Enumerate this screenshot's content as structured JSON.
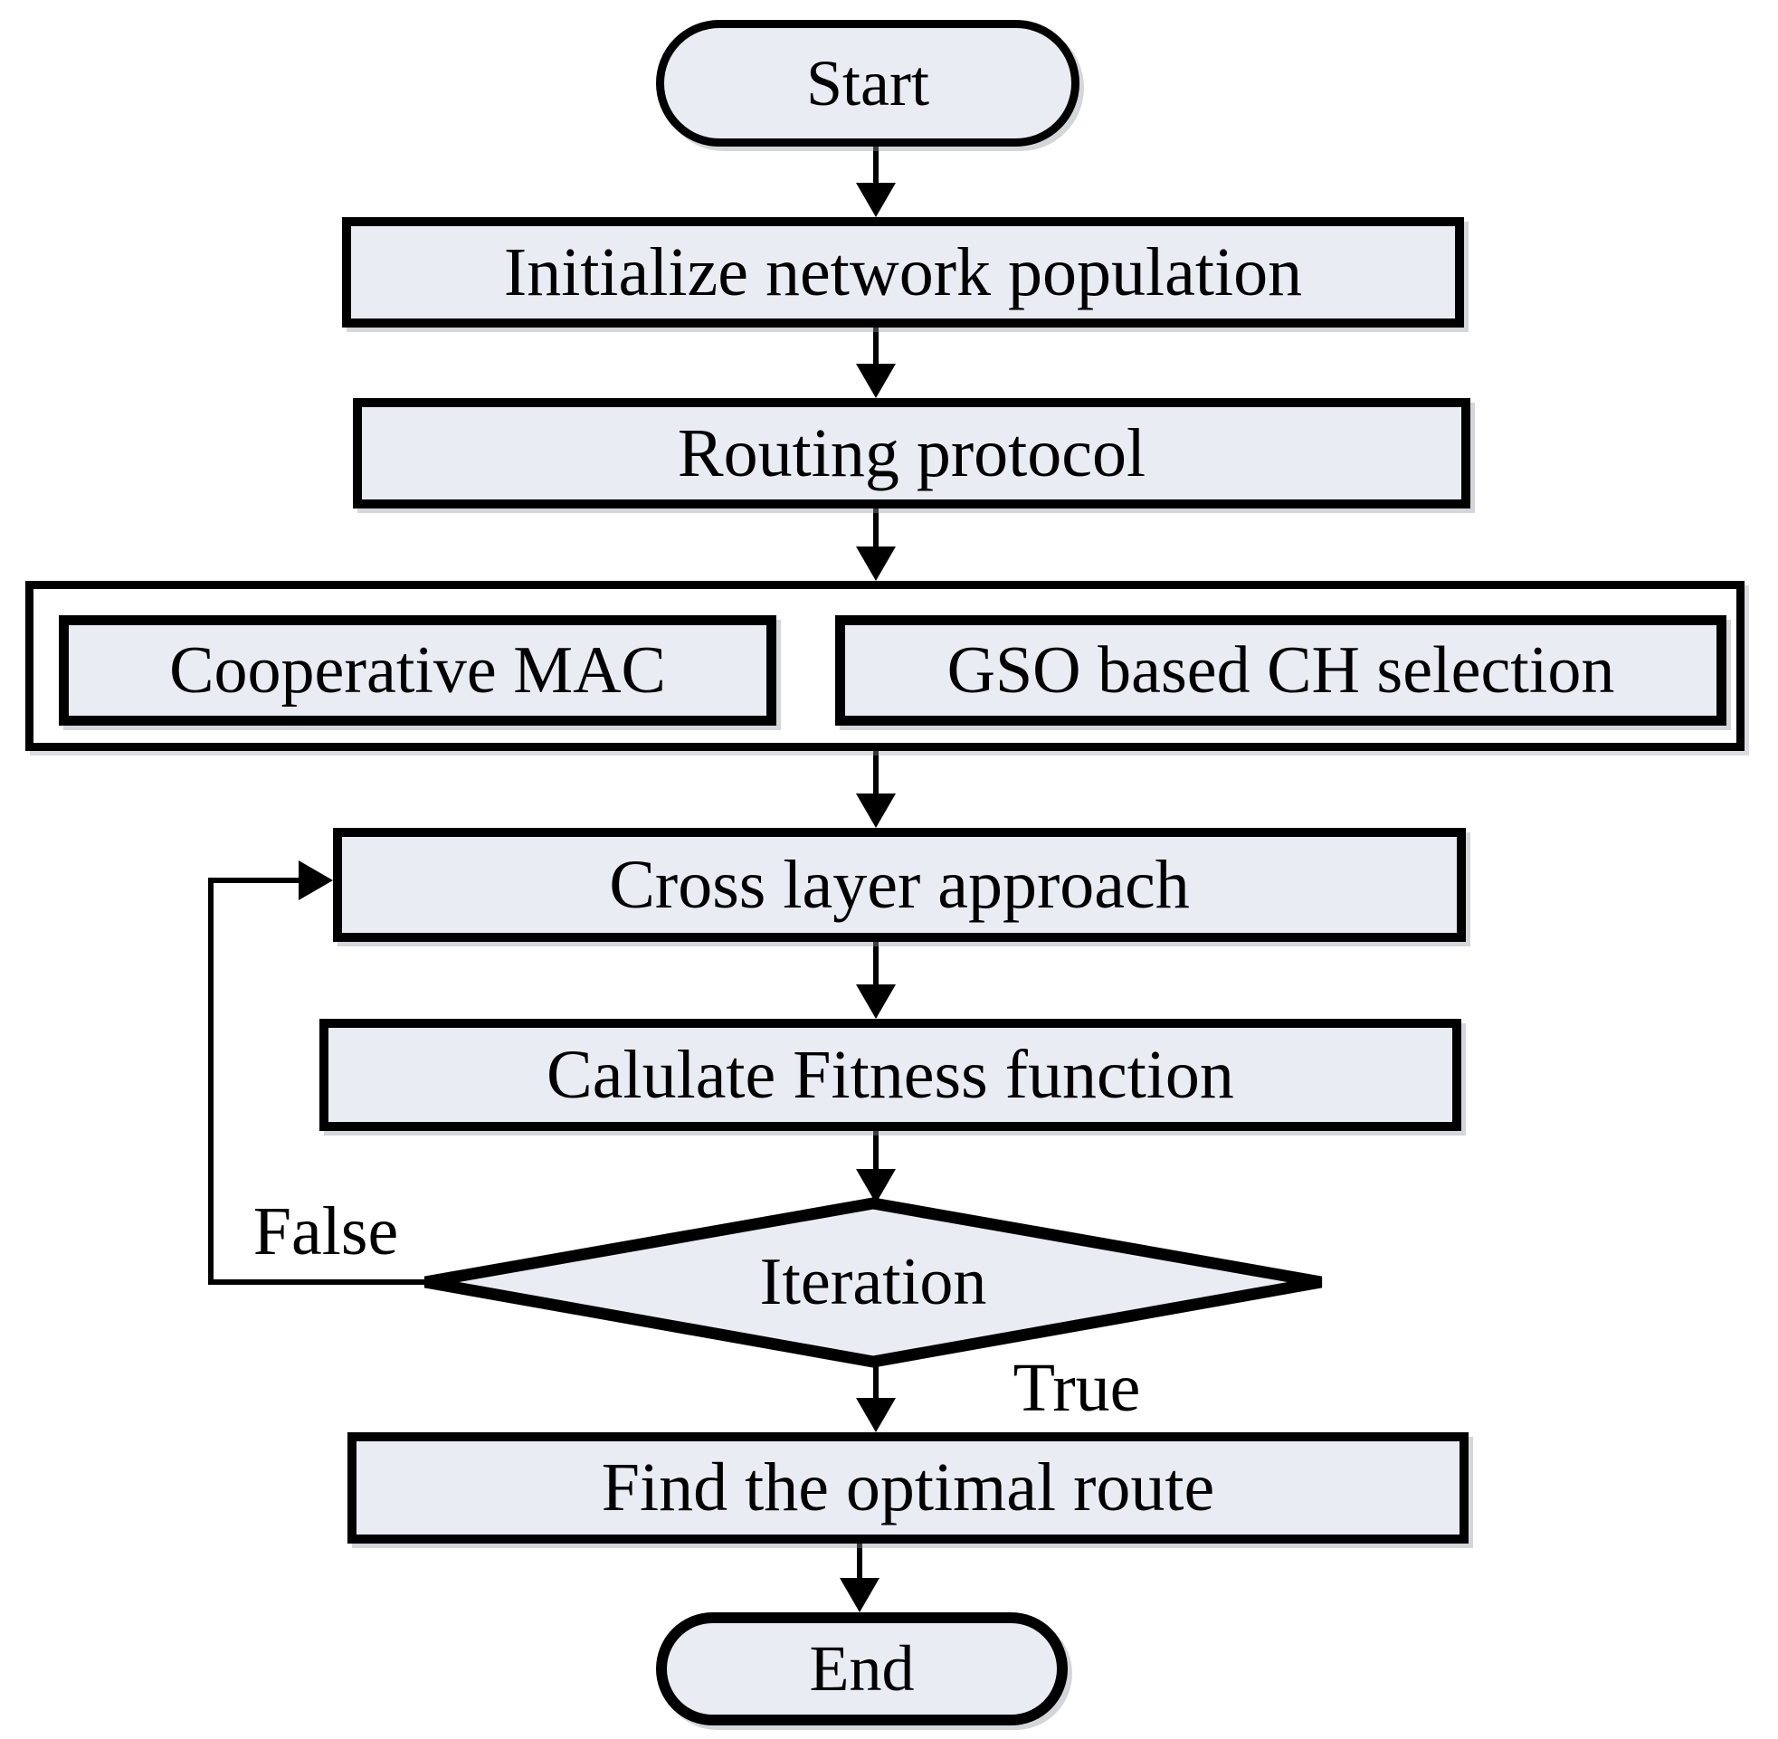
{
  "figure": {
    "type": "flowchart",
    "colors": {
      "background": "#ffffff",
      "node_fill": "#e9ecf3",
      "container_fill": "#ffffff",
      "stroke": "#000000",
      "text": "#000000"
    },
    "nodes": {
      "start": {
        "label": "Start",
        "shape": "terminator"
      },
      "initialize": {
        "label": "Initialize network population",
        "shape": "process"
      },
      "routing": {
        "label": "Routing protocol",
        "shape": "process"
      },
      "cooperative_mac": {
        "label": "Cooperative MAC",
        "shape": "process"
      },
      "gso_ch_selection": {
        "label": "GSO based CH selection",
        "shape": "process"
      },
      "cross_layer": {
        "label": "Cross layer approach",
        "shape": "process"
      },
      "fitness": {
        "label": "Calulate Fitness function",
        "shape": "process"
      },
      "iteration": {
        "label": "Iteration",
        "shape": "decision"
      },
      "find_route": {
        "label": "Find the optimal route",
        "shape": "process"
      },
      "end": {
        "label": "End",
        "shape": "terminator"
      }
    },
    "edge_labels": {
      "false_branch": "False",
      "true_branch": "True"
    }
  }
}
